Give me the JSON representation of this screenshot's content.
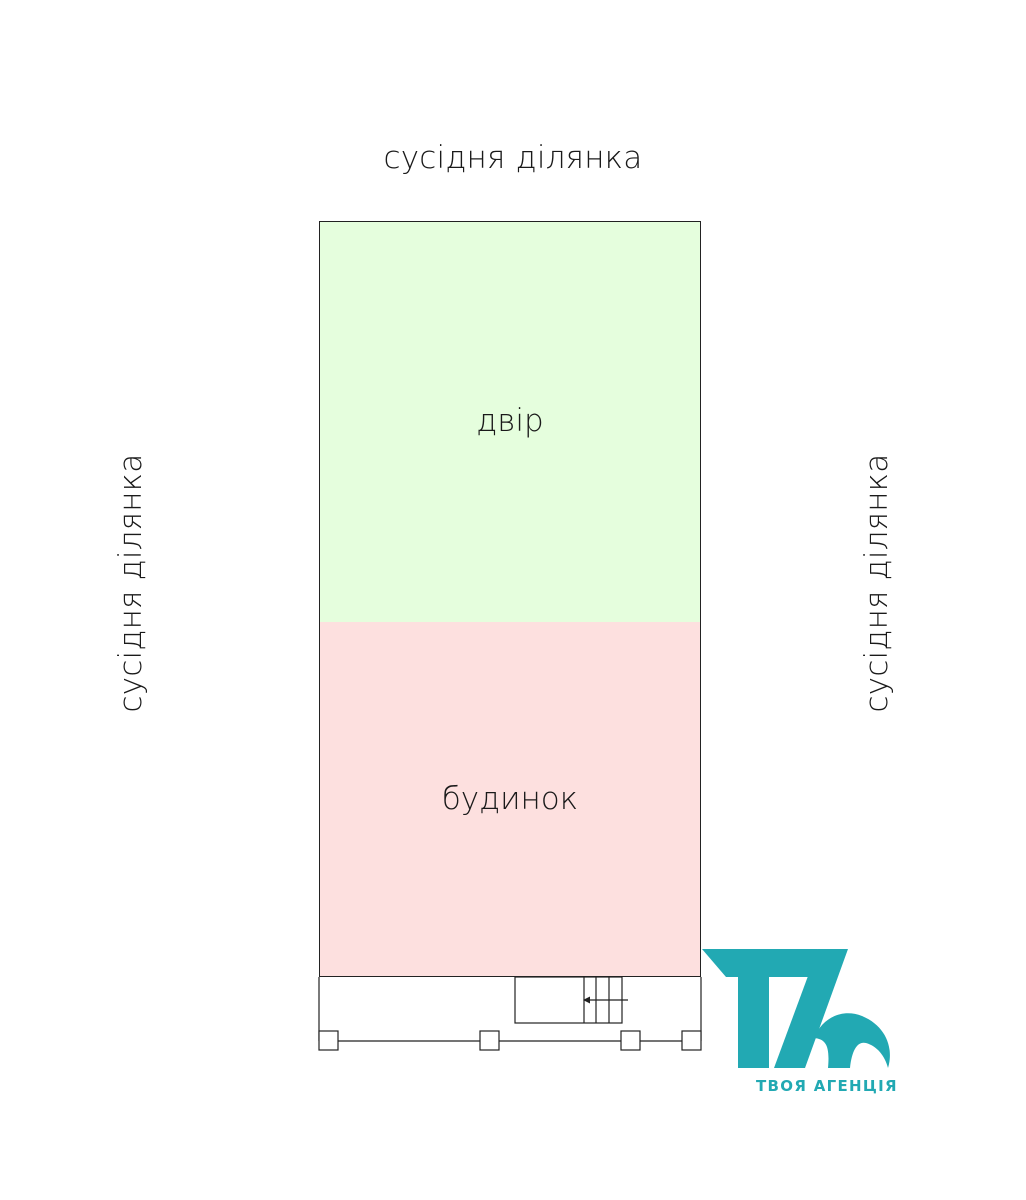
{
  "labels": {
    "top": "сусідня ділянка",
    "left": "сусідня ділянка",
    "right": "сусідня ділянка"
  },
  "zones": {
    "yard": {
      "label": "двір",
      "fill": "#e5fedd"
    },
    "house": {
      "label": "будинок",
      "fill": "#fde0df"
    }
  },
  "logo": {
    "mark": "TA",
    "text": "ТВОЯ АГЕНЦІЯ",
    "color": "#22a9b3"
  },
  "icons": [
    "stair-arrow-icon"
  ]
}
